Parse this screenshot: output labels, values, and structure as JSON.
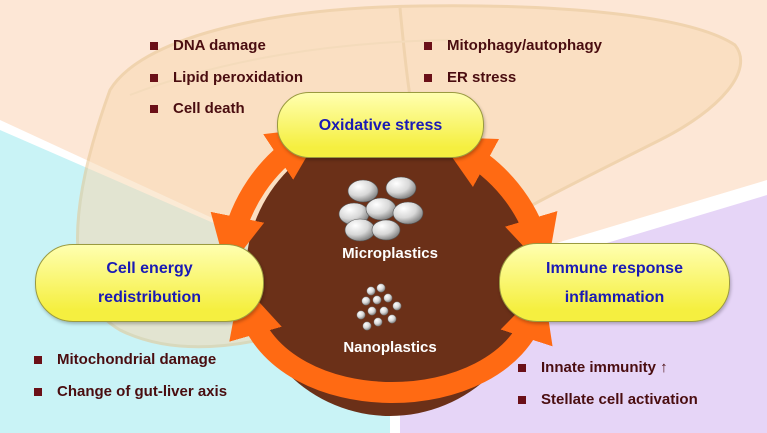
{
  "nodes": {
    "oxidative": "Oxidative stress",
    "energy_line1": "Cell energy",
    "energy_line2": "redistribution",
    "immune_line1": "Immune response",
    "immune_line2": "inflammation"
  },
  "center": {
    "micro": "Microplastics",
    "nano": "Nanoplastics"
  },
  "lists": {
    "top_left": [
      "DNA damage",
      "Lipid peroxidation",
      "Cell death"
    ],
    "top_right": [
      "Mitophagy/autophagy",
      "ER stress"
    ],
    "bottom_left": [
      "Mitochondrial damage",
      "Change of gut-liver axis"
    ],
    "bottom_right": [
      "Innate immunity ↑",
      "Stellate cell activation"
    ]
  },
  "colors": {
    "center_circle": "#6b3018",
    "arrow": "#ff6a13",
    "box_fill": "#f5ef40",
    "box_text": "#1a1ab5",
    "list_text": "#4a0d10",
    "bg_left": "#c9f3f6",
    "bg_right": "#e6d5f7",
    "bg_top": "#fde7d6"
  }
}
